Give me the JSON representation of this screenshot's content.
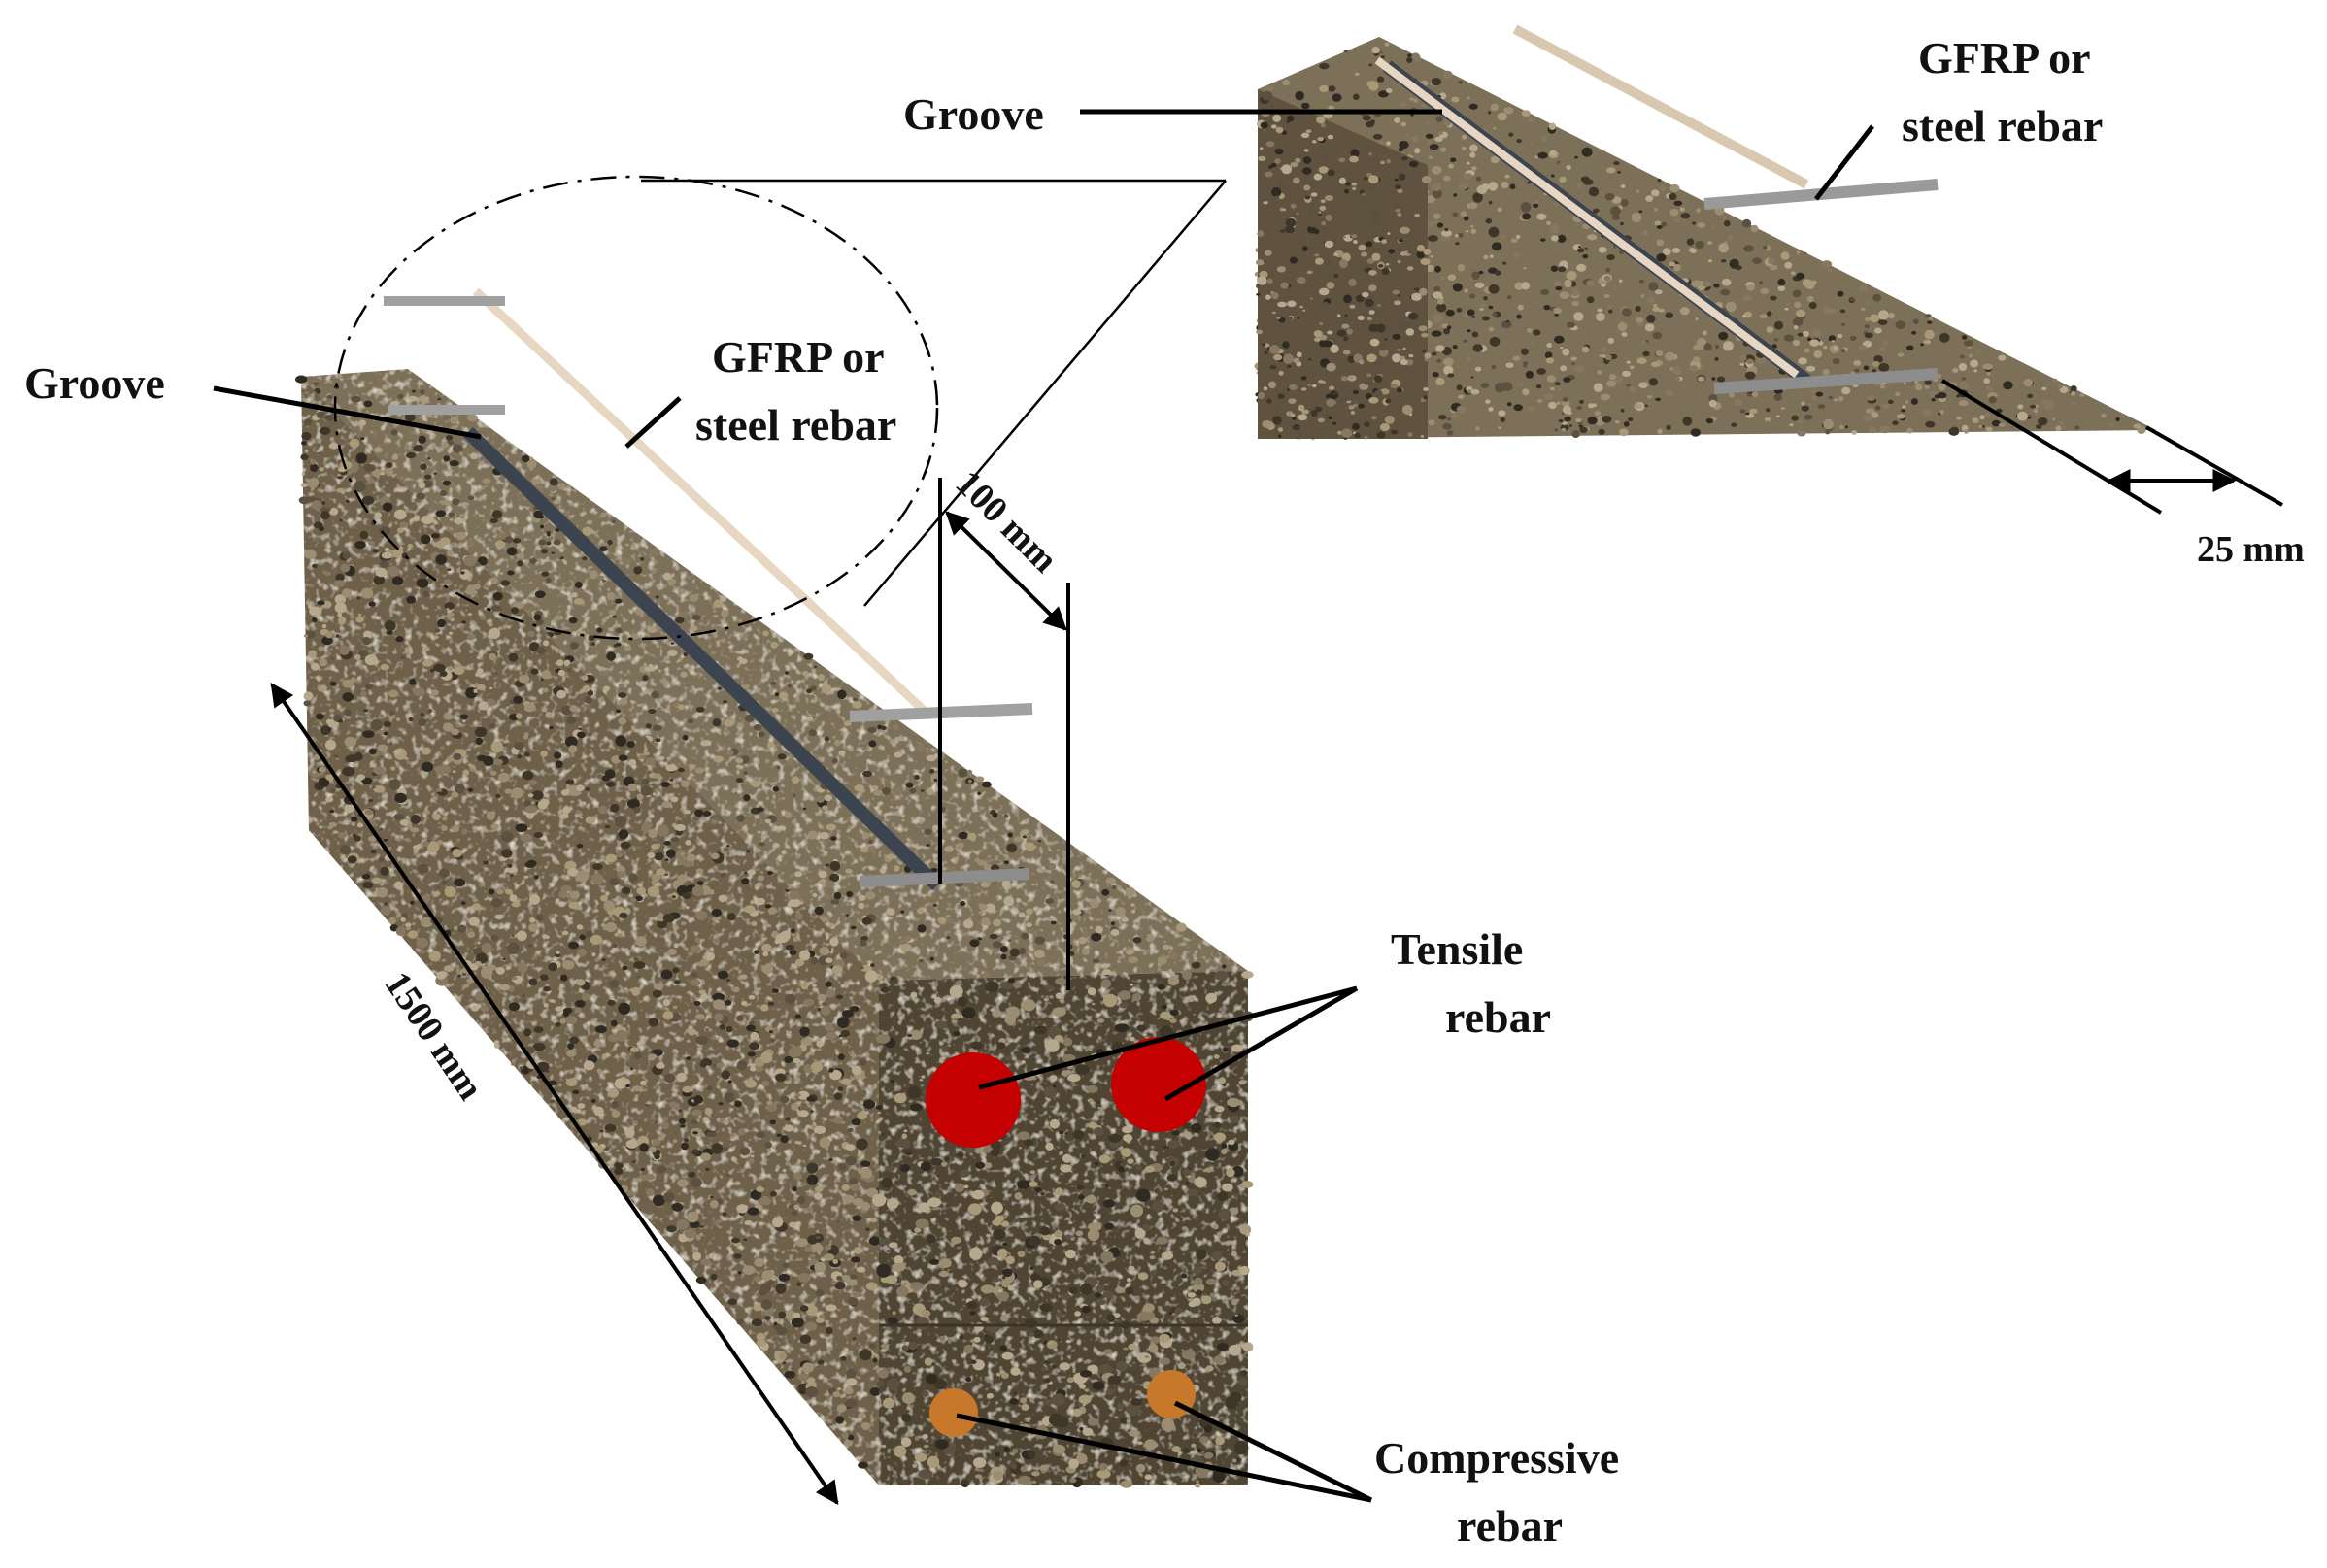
{
  "labels": {
    "groove_main": "Groove",
    "rebar_main_line1": "GFRP or",
    "rebar_main_line2": "steel rebar",
    "groove_detail": "Groove",
    "rebar_detail_line1": "GFRP or",
    "rebar_detail_line2": "steel rebar",
    "tensile_line1": "Tensile",
    "tensile_line2": "rebar",
    "compressive_line1": "Compressive",
    "compressive_line2": "rebar"
  },
  "dimensions": {
    "length": "1500 mm",
    "width": "100 mm",
    "groove_offset": "25 mm"
  },
  "colors": {
    "concrete_base": "#6e6149",
    "concrete_top": "#7d7058",
    "concrete_side": "#5f5340",
    "concrete_front": "#4f4433",
    "groove": "#3c4450",
    "rebar_strip": "#e6d6c2",
    "tensile_rebar": "#c40000",
    "compressive_rebar": "#c8782a"
  }
}
